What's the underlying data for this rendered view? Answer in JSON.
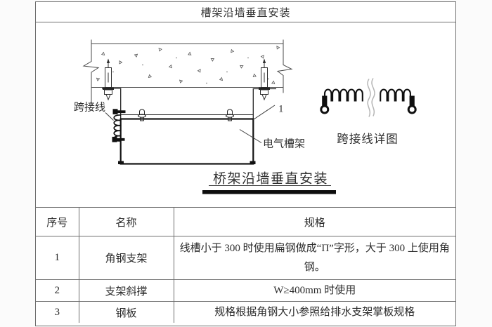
{
  "page": {
    "title": "槽架沿墙垂直安装"
  },
  "diagram": {
    "label_jumper": "跨接线",
    "label_item1": "1",
    "label_tray": "电气槽架",
    "caption": "桥架沿墙垂直安装",
    "detail_caption": "跨接线详图"
  },
  "table": {
    "headers": [
      "序号",
      "名称",
      "规格"
    ],
    "rows": [
      {
        "no": "1",
        "name": "角钢支架",
        "spec": "线槽小于 300 时使用扁钢做成“Π”字形，大于 300 上使用角钢。"
      },
      {
        "no": "2",
        "name": "支架斜撑",
        "spec": "W≥400mm 时使用"
      },
      {
        "no": "3",
        "name": "钢板",
        "spec": "规格根据角钢大小参照给排水支架掌板规格"
      }
    ]
  },
  "colors": {
    "frame_line": "#6e6e6e",
    "drawing_ink": "#141414",
    "text": "#2b2b2b"
  }
}
